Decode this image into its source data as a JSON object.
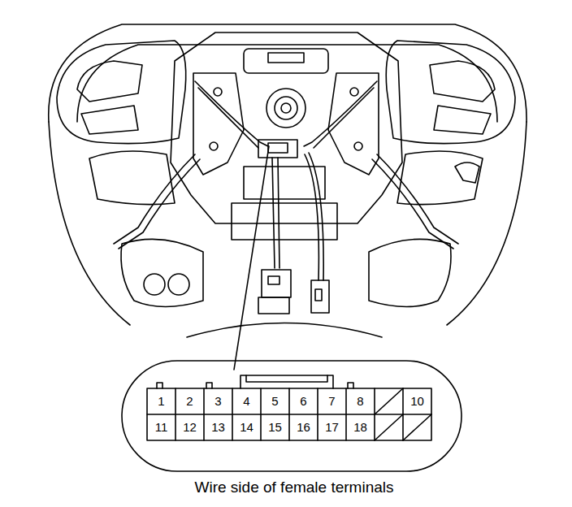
{
  "diagram": {
    "caption": "Wire side of female terminals",
    "labels": [
      "1",
      "2",
      "3",
      "4",
      "5",
      "6",
      "7",
      "8",
      "10",
      "11",
      "12",
      "13",
      "14",
      "15",
      "16",
      "17",
      "18"
    ]
  }
}
